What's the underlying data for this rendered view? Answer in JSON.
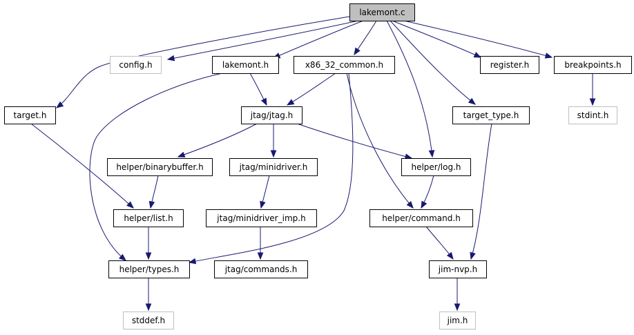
{
  "diagram": {
    "colors": {
      "edge": "#191970",
      "root_fill": "#bfbfbf",
      "node_border": "#000000",
      "missing_border": "#bfbfbf"
    },
    "nodes": [
      {
        "id": "lakemont_c",
        "label": "lakemont.c",
        "kind": "root"
      },
      {
        "id": "config_h",
        "label": "config.h",
        "kind": "missing"
      },
      {
        "id": "lakemont_h",
        "label": "lakemont.h",
        "kind": "normal"
      },
      {
        "id": "x86_32_common_h",
        "label": "x86_32_common.h",
        "kind": "normal"
      },
      {
        "id": "register_h",
        "label": "register.h",
        "kind": "normal"
      },
      {
        "id": "breakpoints_h",
        "label": "breakpoints.h",
        "kind": "normal"
      },
      {
        "id": "target_h",
        "label": "target.h",
        "kind": "normal"
      },
      {
        "id": "jtag_jtag_h",
        "label": "jtag/jtag.h",
        "kind": "normal"
      },
      {
        "id": "target_type_h",
        "label": "target_type.h",
        "kind": "normal"
      },
      {
        "id": "stdint_h",
        "label": "stdint.h",
        "kind": "missing"
      },
      {
        "id": "helper_binarybuffer_h",
        "label": "helper/binarybuffer.h",
        "kind": "normal"
      },
      {
        "id": "jtag_minidriver_h",
        "label": "jtag/minidriver.h",
        "kind": "normal"
      },
      {
        "id": "helper_log_h",
        "label": "helper/log.h",
        "kind": "normal"
      },
      {
        "id": "helper_list_h",
        "label": "helper/list.h",
        "kind": "normal"
      },
      {
        "id": "jtag_minidriver_imp_h",
        "label": "jtag/minidriver_imp.h",
        "kind": "normal"
      },
      {
        "id": "helper_command_h",
        "label": "helper/command.h",
        "kind": "normal"
      },
      {
        "id": "helper_types_h",
        "label": "helper/types.h",
        "kind": "normal"
      },
      {
        "id": "jtag_commands_h",
        "label": "jtag/commands.h",
        "kind": "normal"
      },
      {
        "id": "jim_nvp_h",
        "label": "jim-nvp.h",
        "kind": "normal"
      },
      {
        "id": "stddef_h",
        "label": "stddef.h",
        "kind": "missing"
      },
      {
        "id": "jim_h",
        "label": "jim.h",
        "kind": "missing"
      }
    ],
    "edges": [
      {
        "from": "lakemont_c",
        "to": "config_h"
      },
      {
        "from": "lakemont_c",
        "to": "lakemont_h"
      },
      {
        "from": "lakemont_c",
        "to": "x86_32_common_h"
      },
      {
        "from": "lakemont_c",
        "to": "register_h"
      },
      {
        "from": "lakemont_c",
        "to": "breakpoints_h"
      },
      {
        "from": "lakemont_c",
        "to": "target_h"
      },
      {
        "from": "lakemont_c",
        "to": "target_type_h"
      },
      {
        "from": "lakemont_c",
        "to": "helper_log_h"
      },
      {
        "from": "lakemont_h",
        "to": "jtag_jtag_h"
      },
      {
        "from": "lakemont_h",
        "to": "helper_types_h"
      },
      {
        "from": "x86_32_common_h",
        "to": "jtag_jtag_h"
      },
      {
        "from": "x86_32_common_h",
        "to": "helper_command_h"
      },
      {
        "from": "x86_32_common_h",
        "to": "helper_types_h"
      },
      {
        "from": "breakpoints_h",
        "to": "stdint_h"
      },
      {
        "from": "target_h",
        "to": "helper_list_h"
      },
      {
        "from": "jtag_jtag_h",
        "to": "helper_binarybuffer_h"
      },
      {
        "from": "jtag_jtag_h",
        "to": "jtag_minidriver_h"
      },
      {
        "from": "jtag_jtag_h",
        "to": "helper_log_h"
      },
      {
        "from": "target_type_h",
        "to": "jim_nvp_h"
      },
      {
        "from": "helper_binarybuffer_h",
        "to": "helper_list_h"
      },
      {
        "from": "jtag_minidriver_h",
        "to": "jtag_minidriver_imp_h"
      },
      {
        "from": "helper_log_h",
        "to": "helper_command_h"
      },
      {
        "from": "helper_list_h",
        "to": "helper_types_h"
      },
      {
        "from": "jtag_minidriver_imp_h",
        "to": "jtag_commands_h"
      },
      {
        "from": "helper_command_h",
        "to": "jim_nvp_h"
      },
      {
        "from": "helper_types_h",
        "to": "stddef_h"
      },
      {
        "from": "jim_nvp_h",
        "to": "jim_h"
      }
    ]
  }
}
